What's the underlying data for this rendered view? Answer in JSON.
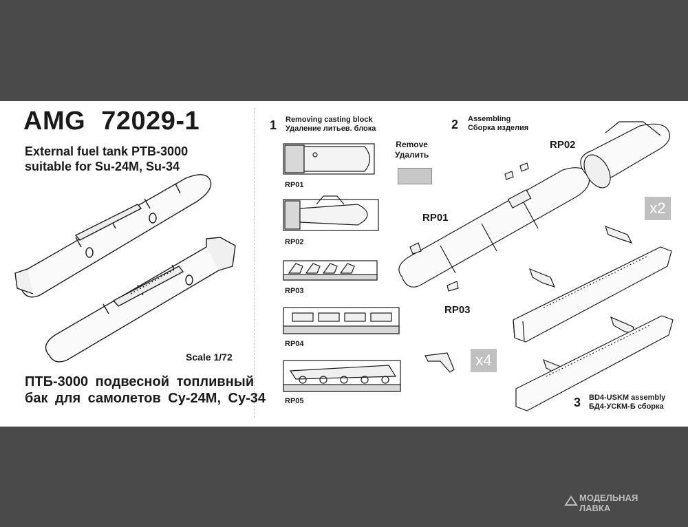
{
  "header": {
    "title": "AMG  72029-1",
    "subtitle_line1": "External fuel tank PTB-3000",
    "subtitle_line2": "suitable for Su-24M, Su-34"
  },
  "scale": "Scale 1/72",
  "ru_description": {
    "line1": "ПТБ-3000 подвесной топливный",
    "line2": "бак для самолетов Су-24М, Су-34"
  },
  "steps": [
    {
      "number": "1",
      "en": "Removing casting block",
      "ru": "Удаление литьев. блока"
    },
    {
      "number": "2",
      "en": "Assembling",
      "ru": "Сборка изделия"
    },
    {
      "number": "3",
      "en": "BD4-USKM assembly",
      "ru": "БД4-УСКМ-Б сборка"
    }
  ],
  "remove_legend": {
    "en": "Remove",
    "ru": "Удалить",
    "color": "#c8c8c8"
  },
  "parts": [
    "RP01",
    "RP02",
    "RP03",
    "RP04",
    "RP05"
  ],
  "assembly_labels": {
    "rp01": "RP01",
    "rp02": "RP02",
    "rp03": "RP03"
  },
  "multipliers": {
    "x2": "x2",
    "x4": "x4"
  },
  "watermark": {
    "line1": "МОДЕЛЬНАЯ",
    "line2": "ЛАВКА"
  }
}
